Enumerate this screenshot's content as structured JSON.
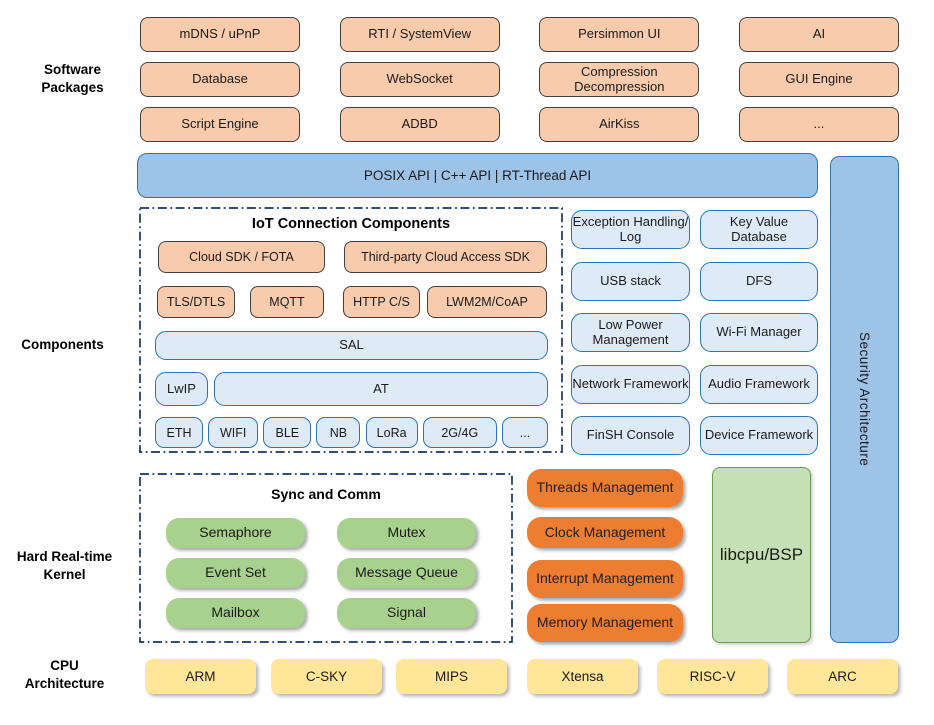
{
  "section_labels": {
    "software": "Software Packages",
    "components": "Components",
    "kernel": "Hard Real-time Kernel",
    "cpu": "CPU Architecture"
  },
  "software_packages": {
    "items": [
      "mDNS / uPnP",
      "RTI / SystemView",
      "Persimmon UI",
      "AI",
      "Database",
      "WebSocket",
      "Compression Decompression",
      "GUI Engine",
      "Script Engine",
      "ADBD",
      "AirKiss",
      "..."
    ]
  },
  "api_bar": {
    "label": "POSIX API | C++ API | RT-Thread API"
  },
  "security_bar": {
    "label": "Security Architecture"
  },
  "iot": {
    "title": "IoT Connection Components",
    "cloud_row": [
      "Cloud SDK / FOTA",
      "Third-party Cloud Access SDK"
    ],
    "proto_row": [
      "TLS/DTLS",
      "MQTT",
      "HTTP C/S",
      "LWM2M/CoAP"
    ],
    "sal": "SAL",
    "lwip": "LwIP",
    "at": "AT",
    "links": [
      "ETH",
      "WIFI",
      "BLE",
      "NB",
      "LoRa",
      "2G/4G",
      "..."
    ]
  },
  "component_boxes": {
    "items": [
      "Exception Handling/ Log",
      "Key Value Database",
      "USB stack",
      "DFS",
      "Low Power Management",
      "Wi-Fi Manager",
      "Network Framework",
      "Audio Framework",
      "FinSH Console",
      "Device Framework"
    ]
  },
  "kernel": {
    "title": "Sync and Comm",
    "ipc": [
      "Semaphore",
      "Mutex",
      "Event Set",
      "Message Queue",
      "Mailbox",
      "Signal"
    ],
    "management": [
      "Threads Management",
      "Clock Management",
      "Interrupt Management",
      "Memory Management"
    ],
    "libcpu": "libcpu/BSP"
  },
  "cpu_architectures": {
    "items": [
      "ARM",
      "C-SKY",
      "MIPS",
      "Xtensa",
      "RISC-V",
      "ARC"
    ]
  },
  "colors": {
    "peach": "#F8CBAD",
    "blue": "#9DC3E6",
    "light_blue": "#DEEBF7",
    "blue_border": "#2E74B5",
    "green": "#A9D18E",
    "light_green": "#C5E0B4",
    "orange": "#ED7D31",
    "yellow": "#FFE699",
    "dash_border": "#17365D"
  }
}
